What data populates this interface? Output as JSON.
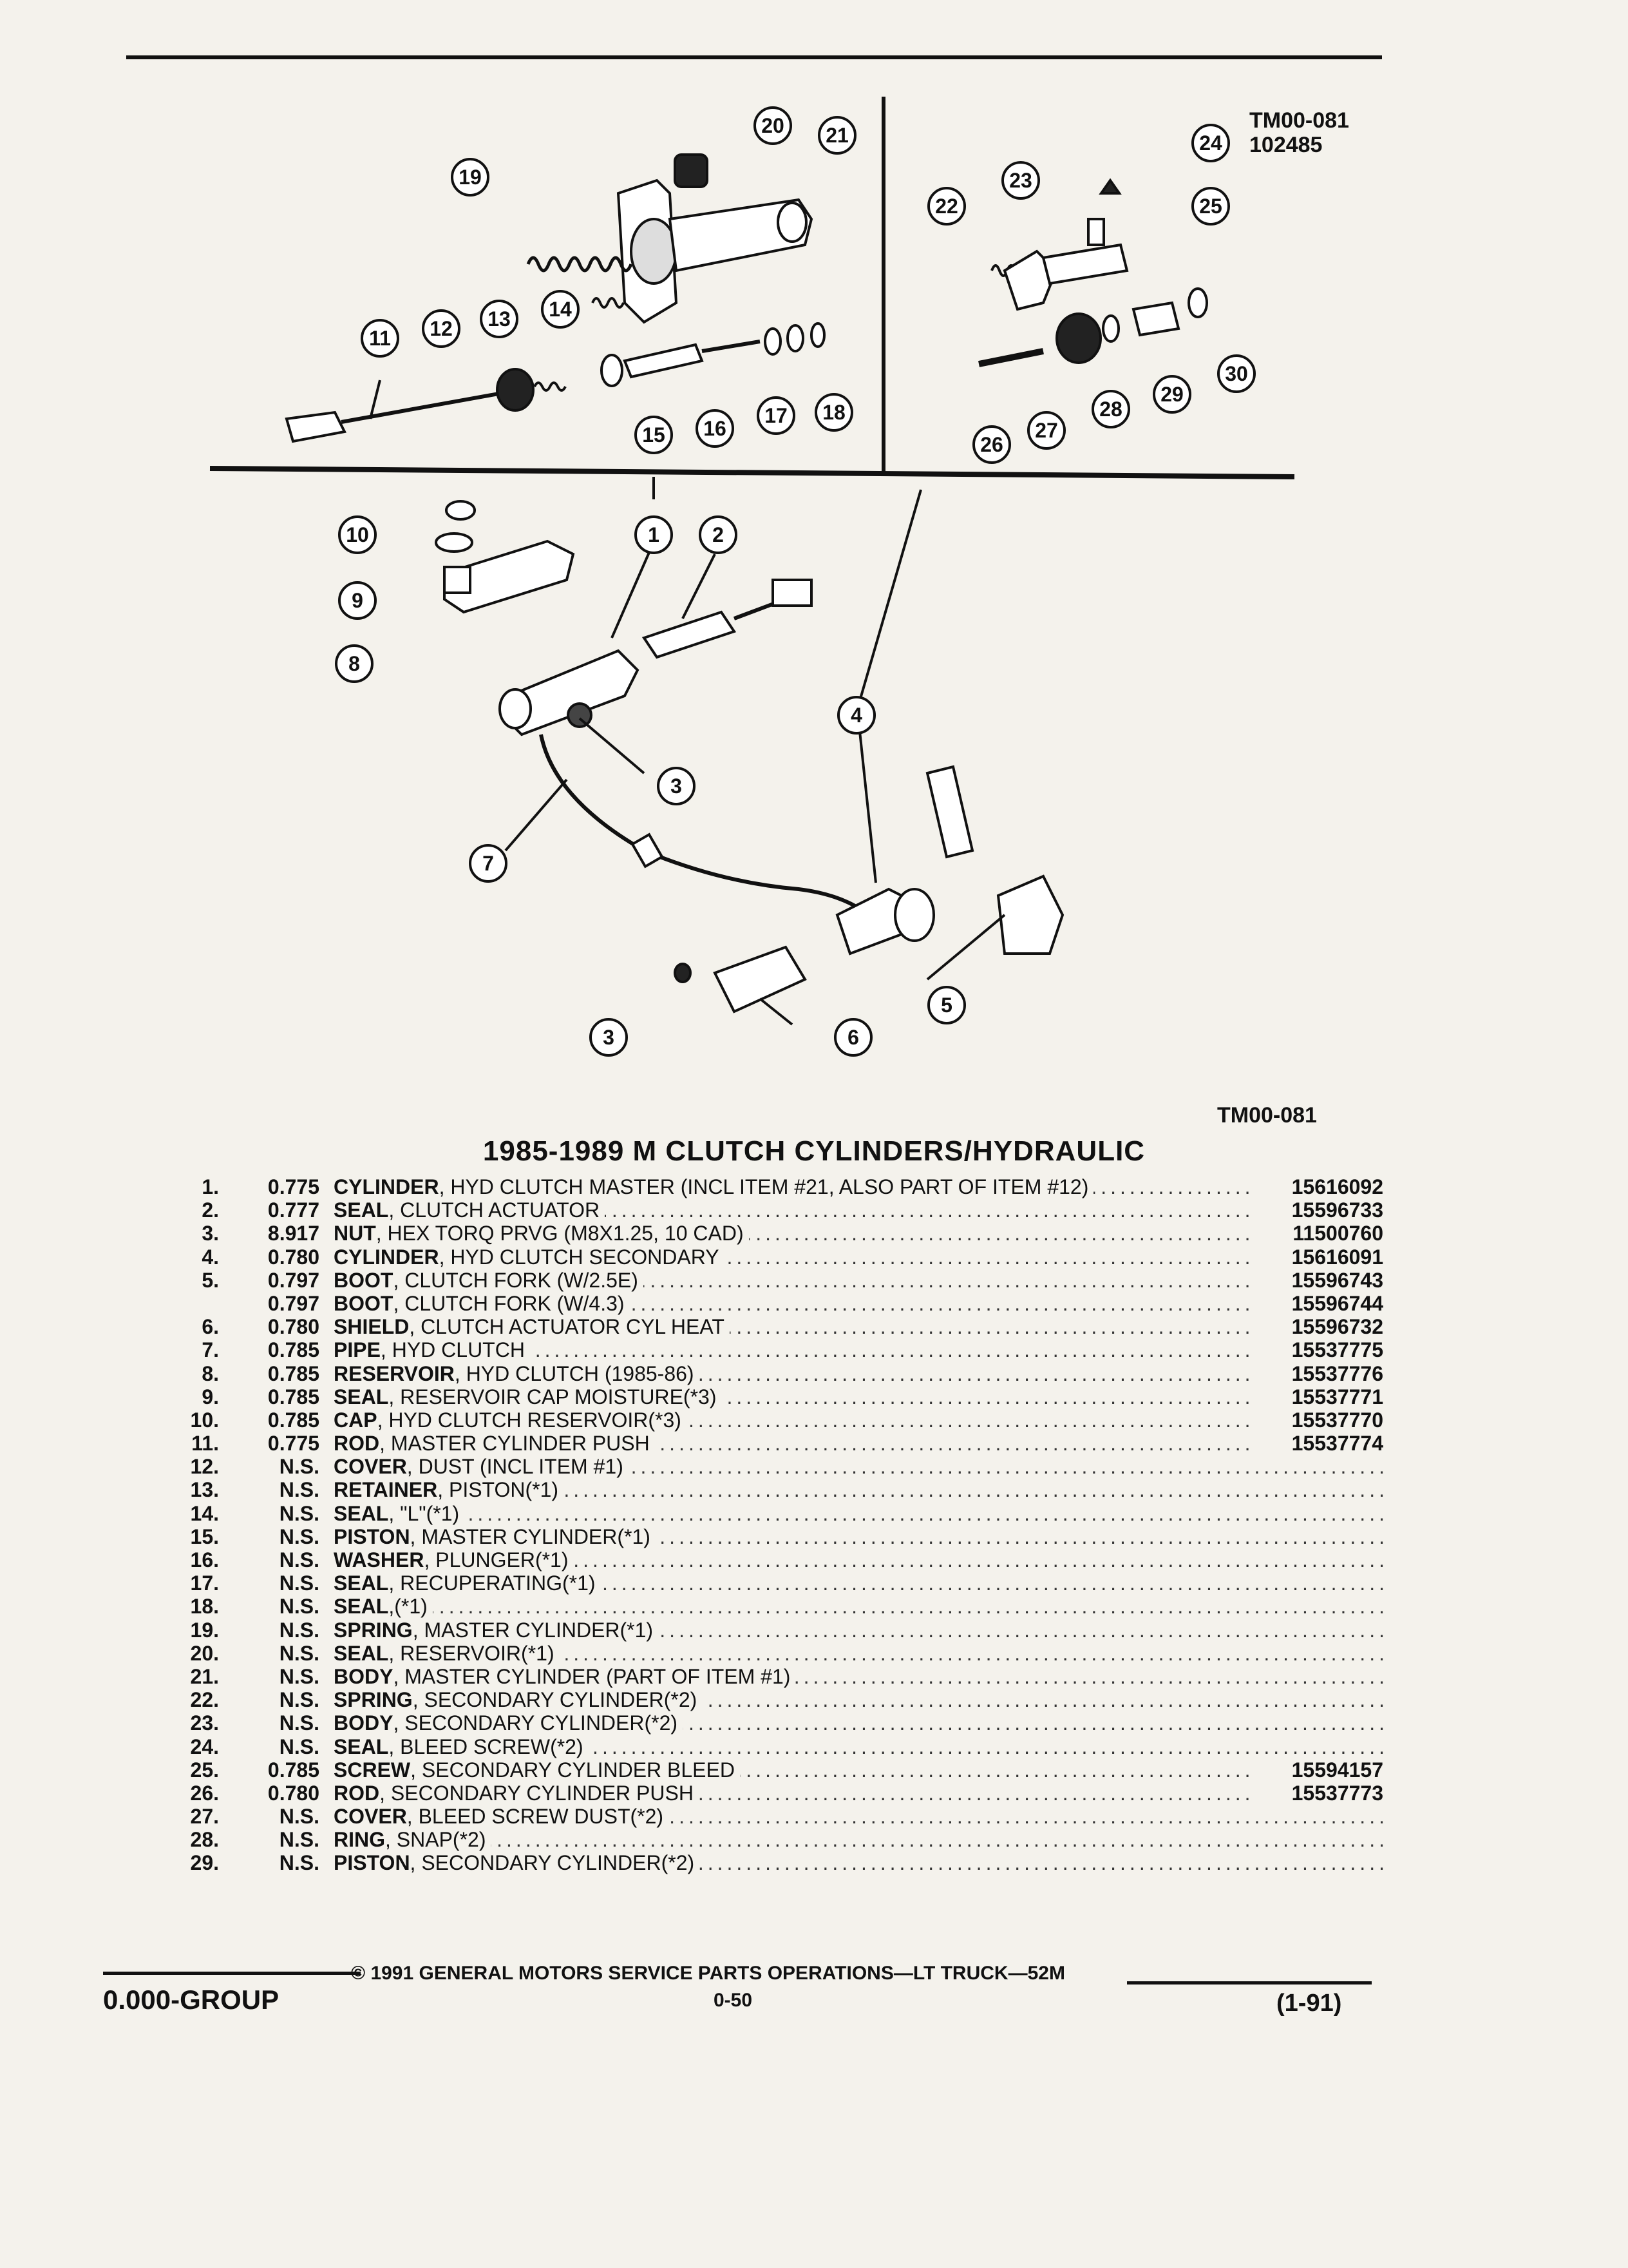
{
  "header": {
    "illustration_code": "TM00-081",
    "illustration_id": "102485"
  },
  "diagram": {
    "callouts": [
      "1",
      "2",
      "3",
      "4",
      "5",
      "6",
      "7",
      "8",
      "9",
      "10",
      "11",
      "12",
      "13",
      "14",
      "15",
      "16",
      "17",
      "18",
      "19",
      "20",
      "21",
      "22",
      "23",
      "24",
      "25",
      "26",
      "27",
      "28",
      "29",
      "30"
    ],
    "bottom_code": "TM00-081"
  },
  "parts_title": "1985-1989 M CLUTCH CYLINDERS/HYDRAULIC",
  "parts": [
    {
      "num": "1.",
      "code": "0.775",
      "name": "CYLINDER",
      "desc": ", HYD CLUTCH MASTER (INCL ITEM #21, ALSO PART OF ITEM #12)",
      "pn": "15616092"
    },
    {
      "num": "2.",
      "code": "0.777",
      "name": "SEAL",
      "desc": ", CLUTCH ACTUATOR",
      "pn": "15596733"
    },
    {
      "num": "3.",
      "code": "8.917",
      "name": "NUT",
      "desc": ", HEX TORQ PRVG (M8X1.25, 10 CAD)",
      "pn": "11500760"
    },
    {
      "num": "4.",
      "code": "0.780",
      "name": "CYLINDER",
      "desc": ", HYD CLUTCH SECONDARY",
      "pn": "15616091"
    },
    {
      "num": "5.",
      "code": "0.797",
      "name": "BOOT",
      "desc": ", CLUTCH FORK (W/2.5E)",
      "pn": "15596743"
    },
    {
      "num": "",
      "code": "0.797",
      "name": "BOOT",
      "desc": ", CLUTCH FORK (W/4.3)",
      "pn": "15596744"
    },
    {
      "num": "6.",
      "code": "0.780",
      "name": "SHIELD",
      "desc": ", CLUTCH ACTUATOR CYL HEAT",
      "pn": "15596732"
    },
    {
      "num": "7.",
      "code": "0.785",
      "name": "PIPE",
      "desc": ", HYD CLUTCH",
      "pn": "15537775"
    },
    {
      "num": "8.",
      "code": "0.785",
      "name": "RESERVOIR",
      "desc": ", HYD CLUTCH (1985-86)",
      "pn": "15537776"
    },
    {
      "num": "9.",
      "code": "0.785",
      "name": "SEAL",
      "desc": ", RESERVOIR CAP MOISTURE(*3)",
      "pn": "15537771"
    },
    {
      "num": "10.",
      "code": "0.785",
      "name": "CAP",
      "desc": ", HYD CLUTCH RESERVOIR(*3)",
      "pn": "15537770"
    },
    {
      "num": "11.",
      "code": "0.775",
      "name": "ROD",
      "desc": ", MASTER CYLINDER PUSH",
      "pn": "15537774"
    },
    {
      "num": "12.",
      "code": "N.S.",
      "name": "COVER",
      "desc": ", DUST (INCL ITEM #1)",
      "pn": ""
    },
    {
      "num": "13.",
      "code": "N.S.",
      "name": "RETAINER",
      "desc": ", PISTON(*1)",
      "pn": ""
    },
    {
      "num": "14.",
      "code": "N.S.",
      "name": "SEAL",
      "desc": ", \"L\"(*1)",
      "pn": ""
    },
    {
      "num": "15.",
      "code": "N.S.",
      "name": "PISTON",
      "desc": ", MASTER CYLINDER(*1)",
      "pn": ""
    },
    {
      "num": "16.",
      "code": "N.S.",
      "name": "WASHER",
      "desc": ", PLUNGER(*1)",
      "pn": ""
    },
    {
      "num": "17.",
      "code": "N.S.",
      "name": "SEAL",
      "desc": ", RECUPERATING(*1)",
      "pn": ""
    },
    {
      "num": "18.",
      "code": "N.S.",
      "name": "SEAL",
      "desc": ",(*1)",
      "pn": ""
    },
    {
      "num": "19.",
      "code": "N.S.",
      "name": "SPRING",
      "desc": ", MASTER CYLINDER(*1)",
      "pn": ""
    },
    {
      "num": "20.",
      "code": "N.S.",
      "name": "SEAL",
      "desc": ", RESERVOIR(*1)",
      "pn": ""
    },
    {
      "num": "21.",
      "code": "N.S.",
      "name": "BODY",
      "desc": ", MASTER CYLINDER (PART OF ITEM #1)",
      "pn": ""
    },
    {
      "num": "22.",
      "code": "N.S.",
      "name": "SPRING",
      "desc": ", SECONDARY CYLINDER(*2)",
      "pn": ""
    },
    {
      "num": "23.",
      "code": "N.S.",
      "name": "BODY",
      "desc": ", SECONDARY CYLINDER(*2)",
      "pn": ""
    },
    {
      "num": "24.",
      "code": "N.S.",
      "name": "SEAL",
      "desc": ", BLEED SCREW(*2)",
      "pn": ""
    },
    {
      "num": "25.",
      "code": "0.785",
      "name": "SCREW",
      "desc": ", SECONDARY CYLINDER BLEED",
      "pn": "15594157"
    },
    {
      "num": "26.",
      "code": "0.780",
      "name": "ROD",
      "desc": ", SECONDARY CYLINDER PUSH",
      "pn": "15537773"
    },
    {
      "num": "27.",
      "code": "N.S.",
      "name": "COVER",
      "desc": ", BLEED SCREW DUST(*2)",
      "pn": ""
    },
    {
      "num": "28.",
      "code": "N.S.",
      "name": "RING",
      "desc": ", SNAP(*2)",
      "pn": ""
    },
    {
      "num": "29.",
      "code": "N.S.",
      "name": "PISTON",
      "desc": ", SECONDARY CYLINDER(*2)",
      "pn": ""
    }
  ],
  "footer": {
    "group": "0.000-GROUP",
    "copyright": "© 1991 GENERAL MOTORS SERVICE PARTS OPERATIONS—LT TRUCK—52M",
    "page": "0-50",
    "date": "(1-91)"
  }
}
